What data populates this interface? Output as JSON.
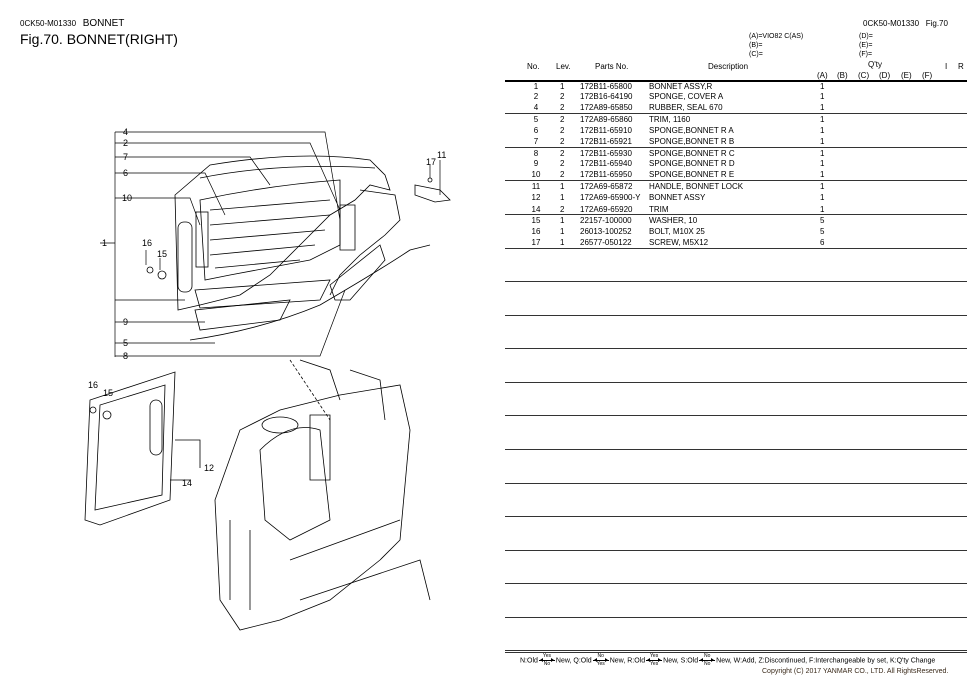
{
  "header": {
    "code": "0CK50-M01330",
    "section": "BONNET",
    "figure_title": "Fig.70.  BONNET(RIGHT)",
    "right_code": "0CK50-M01330",
    "right_fig": "Fig.70"
  },
  "models": {
    "a": "(A)=VIO82 C(AS)",
    "b": "(B)=",
    "c": "(C)=",
    "d": "(D)=",
    "e": "(E)=",
    "f": "(F)="
  },
  "columns": {
    "no": "No.",
    "lev": "Lev.",
    "parts_no": "Parts No.",
    "description": "Description",
    "qty": "Q'ty",
    "i": "I",
    "r": "R",
    "qa": "(A)",
    "qb": "(B)",
    "qc": "(C)",
    "qd": "(D)",
    "qe": "(E)",
    "qf": "(F)"
  },
  "parts": [
    {
      "no": "1",
      "lev": "1",
      "part": "172B11-65800",
      "desc": "BONNET ASSY,R",
      "qty": "1"
    },
    {
      "no": "2",
      "lev": "2",
      "part": "172B16-64190",
      "desc": "SPONGE, COVER A",
      "qty": "1"
    },
    {
      "no": "4",
      "lev": "2",
      "part": "172A89-65850",
      "desc": "RUBBER, SEAL 670",
      "qty": "1"
    },
    {
      "no": "5",
      "lev": "2",
      "part": "172A89-65860",
      "desc": "TRIM, 1160",
      "qty": "1"
    },
    {
      "no": "6",
      "lev": "2",
      "part": "172B11-65910",
      "desc": "SPONGE,BONNET R A",
      "qty": "1"
    },
    {
      "no": "7",
      "lev": "2",
      "part": "172B11-65921",
      "desc": "SPONGE,BONNET R B",
      "qty": "1"
    },
    {
      "no": "8",
      "lev": "2",
      "part": "172B11-65930",
      "desc": "SPONGE,BONNET R C",
      "qty": "1"
    },
    {
      "no": "9",
      "lev": "2",
      "part": "172B11-65940",
      "desc": "SPONGE,BONNET R D",
      "qty": "1"
    },
    {
      "no": "10",
      "lev": "2",
      "part": "172B11-65950",
      "desc": "SPONGE,BONNET R E",
      "qty": "1"
    },
    {
      "no": "11",
      "lev": "1",
      "part": "172A69-65872",
      "desc": "HANDLE, BONNET LOCK",
      "qty": "1"
    },
    {
      "no": "12",
      "lev": "1",
      "part": "172A69-65900-Y",
      "desc": "BONNET ASSY",
      "qty": "1"
    },
    {
      "no": "14",
      "lev": "2",
      "part": "172A69-65920",
      "desc": "TRIM",
      "qty": "1"
    },
    {
      "no": "15",
      "lev": "1",
      "part": "22157-100000",
      "desc": "WASHER, 10",
      "qty": "5"
    },
    {
      "no": "16",
      "lev": "1",
      "part": "26013-100252",
      "desc": "BOLT, M10X 25",
      "qty": "5"
    },
    {
      "no": "17",
      "lev": "1",
      "part": "26577-050122",
      "desc": "SCREW, M5X12",
      "qty": "6"
    }
  ],
  "callouts": {
    "c1": "1",
    "c2": "2",
    "c4": "4",
    "c5": "5",
    "c6": "6",
    "c7": "7",
    "c8": "8",
    "c9": "9",
    "c10": "10",
    "c11": "11",
    "c12": "12",
    "c14": "14",
    "c15": "15",
    "c16": "16",
    "c17": "17",
    "c15b": "15",
    "c16b": "16"
  },
  "footer": {
    "legend_n": "N:Old",
    "legend_new": "New,",
    "legend_q": "Q:Old",
    "legend_r": "R:Old",
    "legend_s": "S:Old",
    "legend_rest": "New, W:Add, Z:Discontinued, F:Interchangeable by set, K:Q'ty Change",
    "copyright": "Copyright (C) 2017 YANMAR CO., LTD. All RightsReserved.",
    "yes": "Yes",
    "no": "No"
  }
}
